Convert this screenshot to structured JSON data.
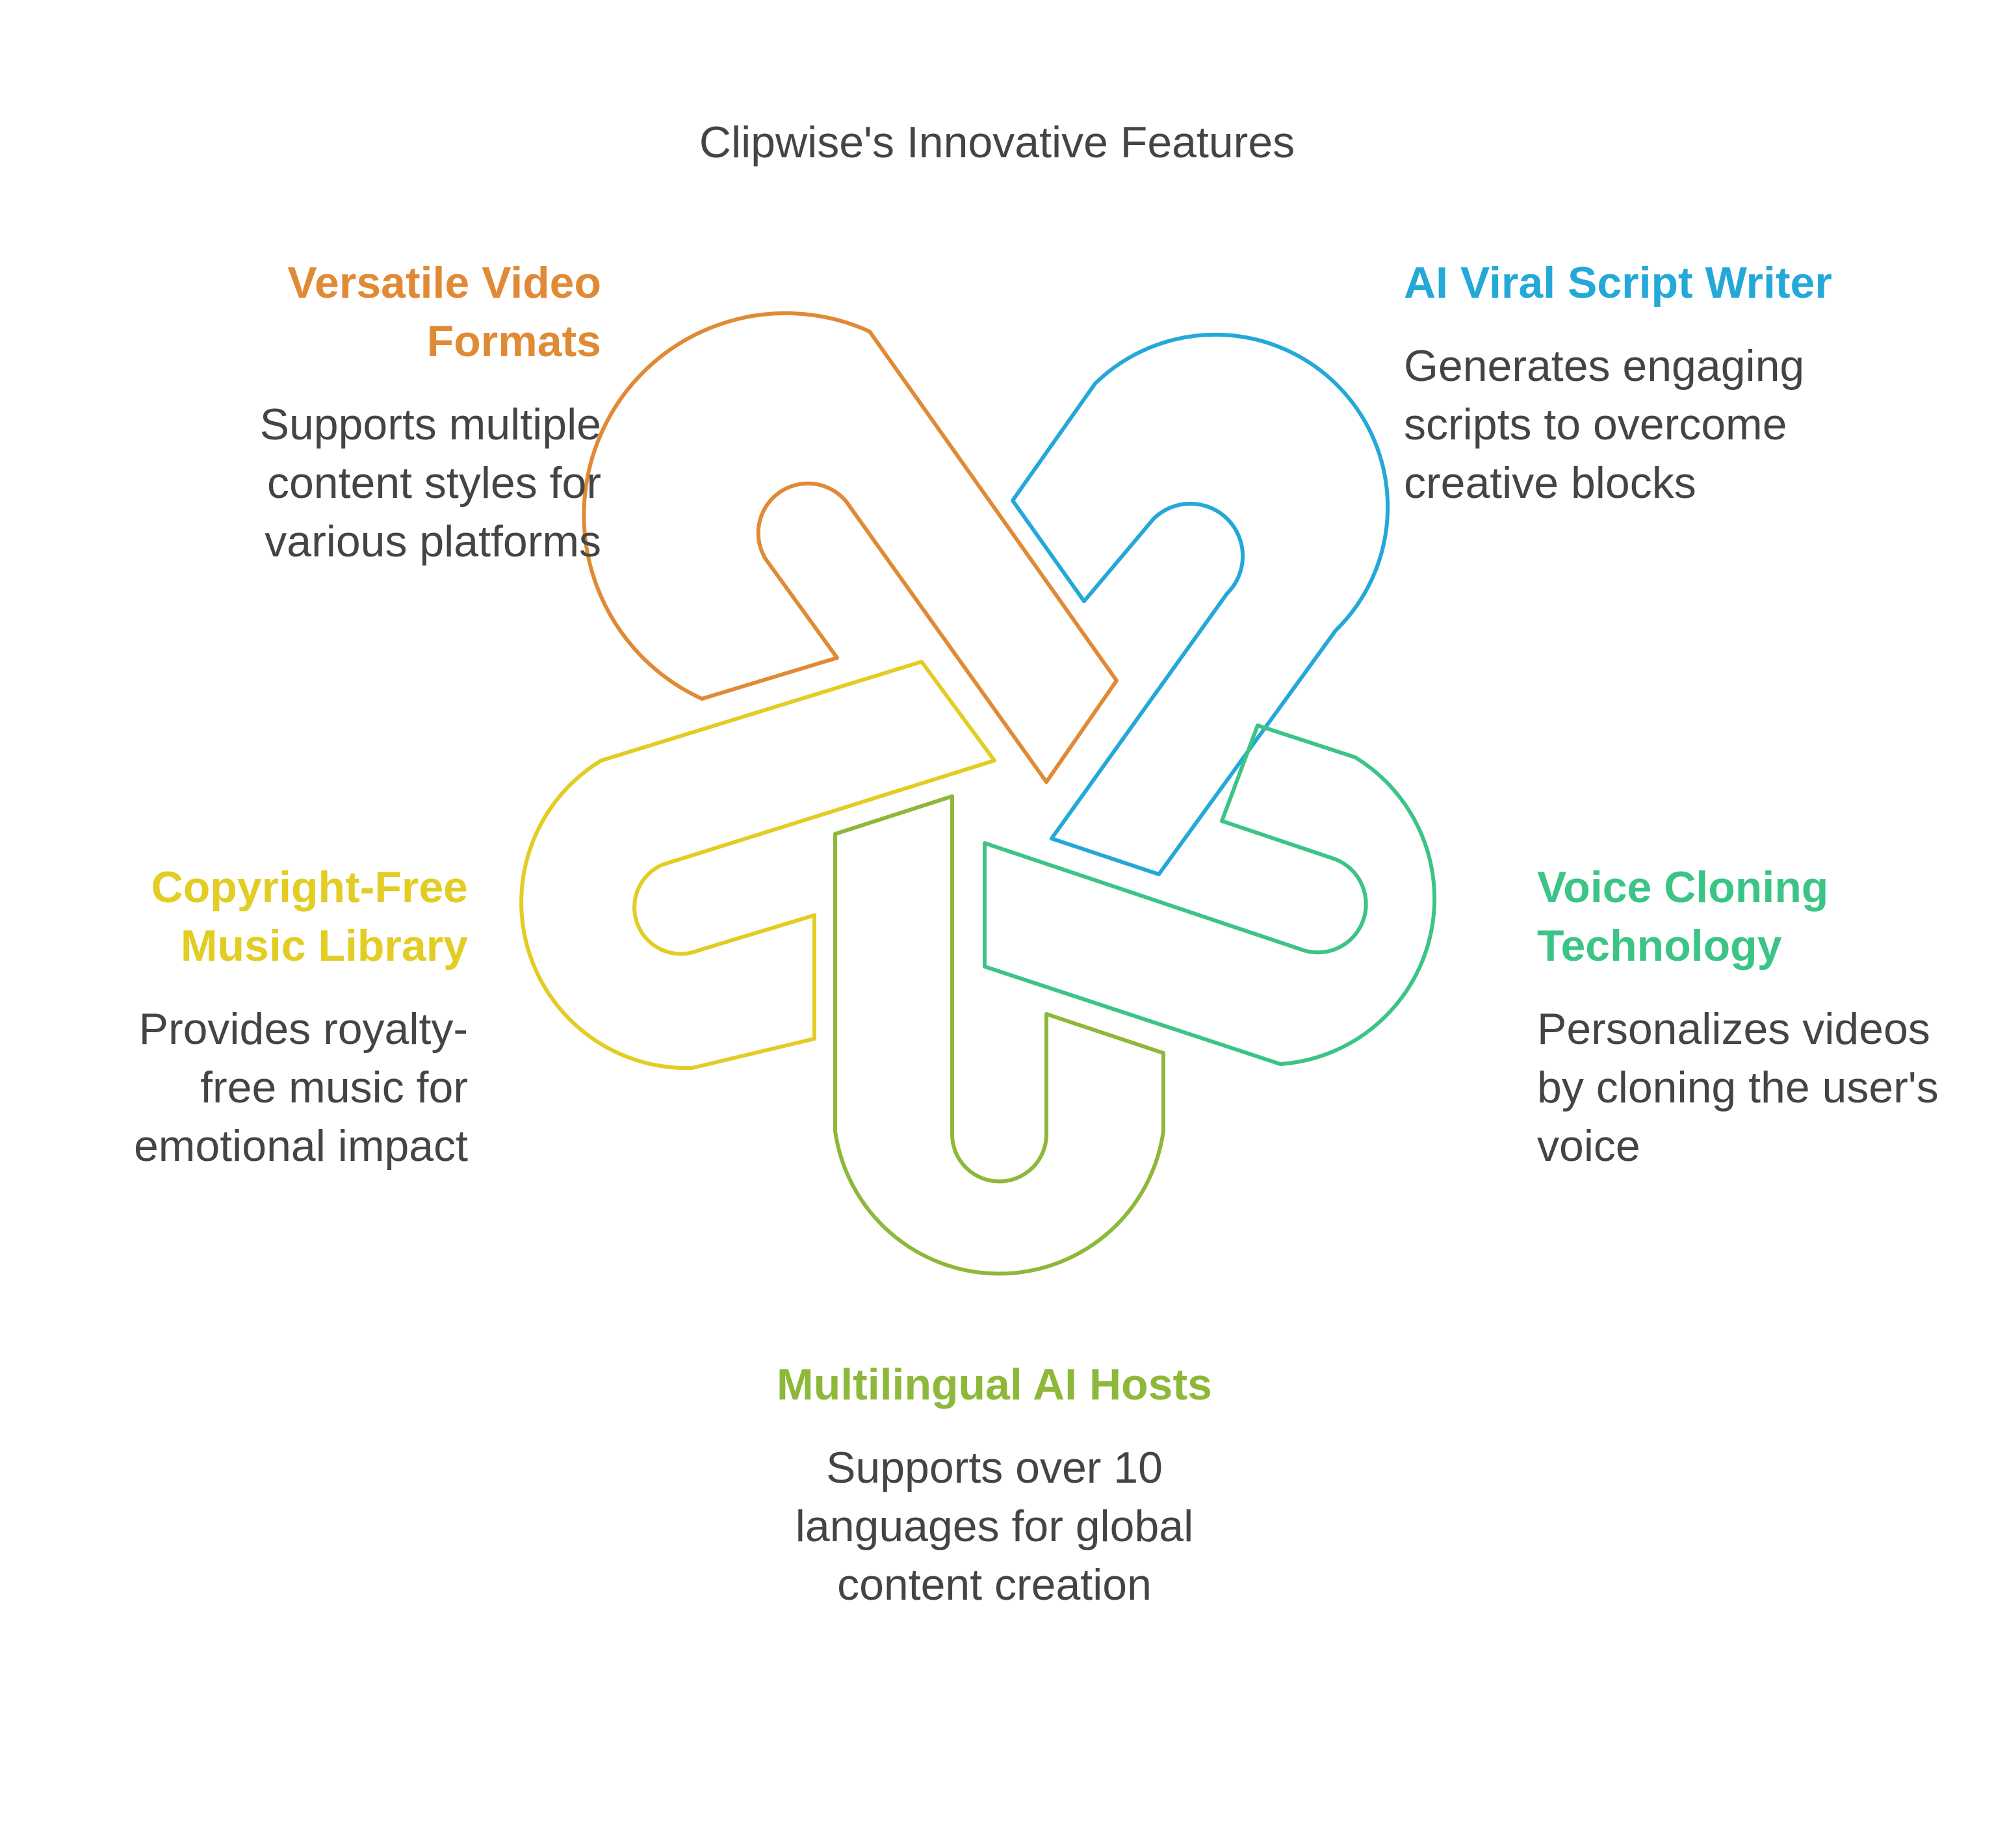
{
  "title": "Clipwise's Innovative Features",
  "features": {
    "versatile": {
      "heading": "Versatile Video Formats",
      "description": "Supports multiple content styles for various platforms",
      "color": "#E08A36"
    },
    "viral": {
      "heading": "AI Viral Script Writer",
      "description": "Generates engaging scripts to overcome creative blocks",
      "color": "#24A8D8"
    },
    "voice": {
      "heading": "Voice Cloning Technology",
      "description": "Personalizes videos by cloning the user's voice",
      "color": "#3CC486"
    },
    "hosts": {
      "heading": "Multilingual AI Hosts",
      "description": "Supports over 10 languages for global content creation",
      "color": "#8DB83A"
    },
    "copyright": {
      "heading": "Copyright-Free Music Library",
      "description": "Provides royalty-free music for emotional impact",
      "color": "#E3CC23"
    }
  }
}
